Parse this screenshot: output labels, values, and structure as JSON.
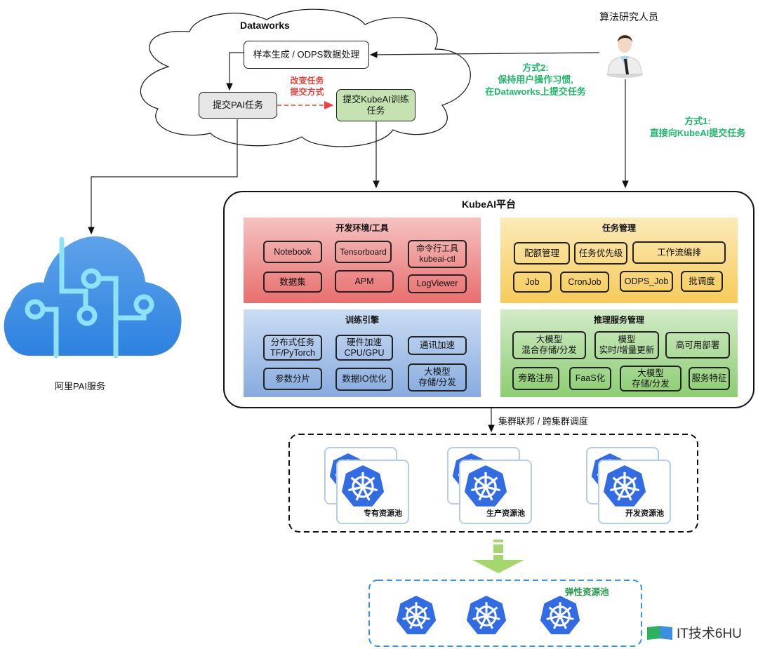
{
  "dataworks": {
    "title": "Dataworks",
    "sample_box": "样本生成 / ODPS数据处理",
    "submit_pai": "提交PAI任务",
    "submit_kubeai": "提交KubeAI训练任务",
    "change_note_line1": "改变任务",
    "change_note_line2": "提交方式"
  },
  "researcher": {
    "label": "算法研究人员",
    "avatar_icon": "user-avatar-icon"
  },
  "method2": {
    "line1": "方式2:",
    "line2": "保持用户操作习惯,",
    "line3": "在Dataworks上提交任务"
  },
  "method1": {
    "line1": "方式1:",
    "line2": "直接向KubeAI提交任务"
  },
  "pai": {
    "label": "阿里PAI服务",
    "icon": "cloud-circuit-icon"
  },
  "platform": {
    "title": "KubeAI平台",
    "panels": {
      "dev": {
        "title": "开发环境/工具",
        "items": [
          "Notebook",
          "Tensorboard",
          "命令行工具\nkubeai-ctl",
          "数据集",
          "APM",
          "LogViewer"
        ]
      },
      "task": {
        "title": "任务管理",
        "items": [
          "配额管理",
          "任务优先级",
          "工作流编排",
          "Job",
          "CronJob",
          "ODPS_Job",
          "批调度"
        ]
      },
      "train": {
        "title": "训练引擎",
        "items": [
          "分布式任务\nTF/PyTorch",
          "硬件加速\nCPU/GPU",
          "通讯加速",
          "参数分片",
          "数据IO优化",
          "大模型\n存储/分发"
        ]
      },
      "infer": {
        "title": "推理服务管理",
        "items": [
          "大模型\n混合存储/分发",
          "模型\n实时/增量更新",
          "高可用部署",
          "旁路注册",
          "FaaS化",
          "大模型\n存储/分发",
          "服务特征"
        ]
      }
    },
    "colors": {
      "dev": "#ec8080",
      "task": "#f8d977",
      "train": "#a8c4e8",
      "infer": "#9ed18b"
    }
  },
  "federation": {
    "label": "集群联邦 / 跨集群调度",
    "pools": [
      "专有资源池",
      "生产资源池",
      "开发资源池"
    ]
  },
  "elastic": {
    "label": "弹性资源池"
  },
  "watermark": {
    "text": "IT技术6HU"
  }
}
